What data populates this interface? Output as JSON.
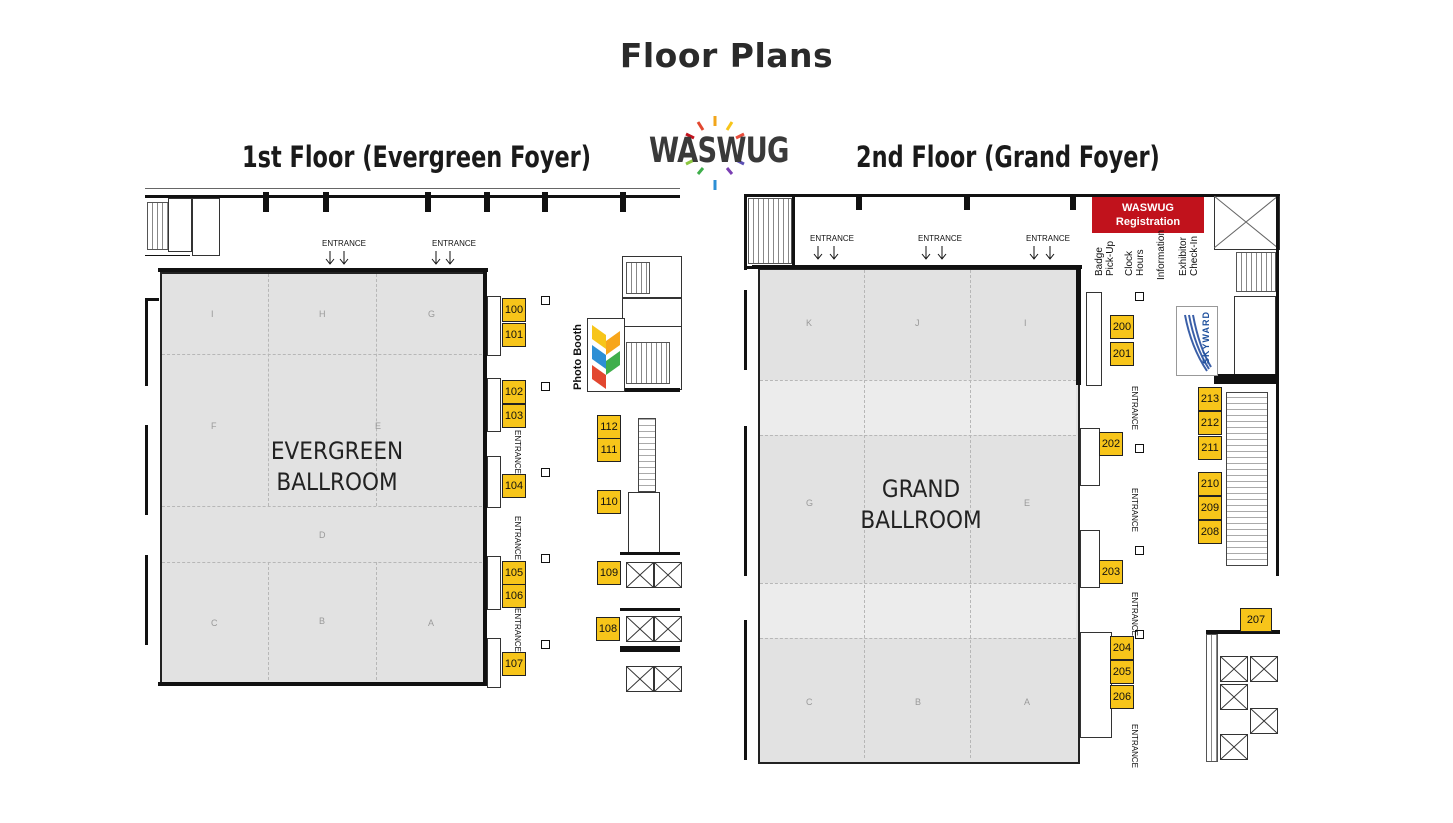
{
  "page": {
    "title": "Floor Plans"
  },
  "logo": {
    "text": "WASWUG"
  },
  "floor1": {
    "title": "1st Floor (Evergreen Foyer)",
    "ballroom_line1": "EVERGREEN",
    "ballroom_line2": "BALLROOM",
    "entrance": "ENTRANCE",
    "sections": [
      "I",
      "H",
      "G",
      "F",
      "E",
      "D",
      "C",
      "B",
      "A"
    ],
    "booths": [
      "100",
      "101",
      "102",
      "103",
      "104",
      "105",
      "106",
      "107",
      "108",
      "109",
      "110",
      "111",
      "112"
    ],
    "photo_booth": "Photo Booth"
  },
  "floor2": {
    "title": "2nd Floor (Grand Foyer)",
    "ballroom_line1": "GRAND",
    "ballroom_line2": "BALLROOM",
    "entrance": "ENTRANCE",
    "sections": [
      "K",
      "J",
      "I",
      "G",
      "E",
      "C",
      "B",
      "A"
    ],
    "booths": [
      "200",
      "201",
      "202",
      "203",
      "204",
      "205",
      "206",
      "207",
      "208",
      "209",
      "210",
      "211",
      "212",
      "213"
    ],
    "registration": {
      "line1": "WASWUG",
      "line2": "Registration"
    },
    "desk_labels": [
      "Badge Pick-Up",
      "Clock Hours",
      "Information",
      "Exhibitor Check-In"
    ],
    "sponsor": "SKYWARD"
  },
  "colors": {
    "booth": "#f7c51a",
    "registration": "#c1121c",
    "ballroom": "#e2e2e2"
  }
}
